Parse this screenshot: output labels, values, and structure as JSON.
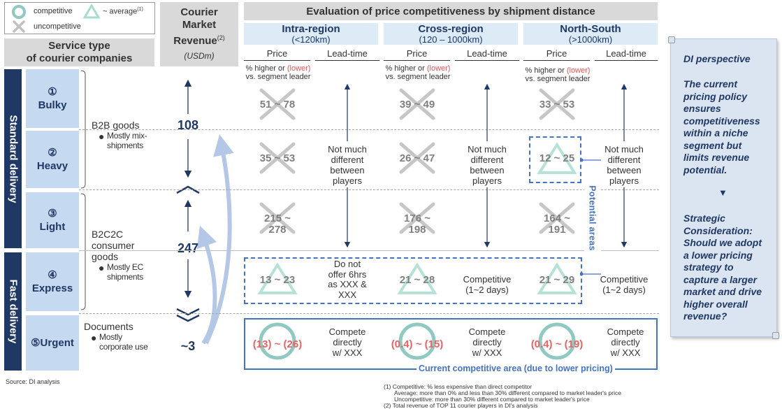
{
  "legend": {
    "competitive": "competitive",
    "average": "~ average",
    "average_note": "(1)",
    "uncompetitive": "uncompetitive"
  },
  "headers": {
    "service_type": "Service type\nof courier companies",
    "revenue_title": "Courier\nMarket\nRevenue",
    "revenue_note": "(2)",
    "revenue_unit": "(USDm)",
    "evaluation_title": "Evaluation of price competitiveness by shipment distance"
  },
  "regions": [
    {
      "name": "Intra-region",
      "range": "(<120km)",
      "price": "Price",
      "lead": "Lead-time"
    },
    {
      "name": "Cross-region",
      "range": "(120 – 1000km)",
      "price": "Price",
      "lead": "Lead-time"
    },
    {
      "name": "North-South",
      "range": "(>1000km)",
      "price": "Price",
      "lead": "Lead-time"
    }
  ],
  "price_note": {
    "pre": "% higher or ",
    "lower": "(lower)",
    "post": "vs. segment leader"
  },
  "categories": {
    "standard": "Standard delivery",
    "fast": "Fast delivery"
  },
  "services": [
    {
      "num": "①",
      "name": "Bulky"
    },
    {
      "num": "②",
      "name": "Heavy"
    },
    {
      "num": "③",
      "name": "Light"
    },
    {
      "num": "④",
      "name": "Express"
    },
    {
      "num": "⑤",
      "name": "Urgent"
    }
  ],
  "groups": [
    {
      "title": "B2B goods",
      "bullet": "Mostly mix-\nshipments",
      "revenue": "108"
    },
    {
      "title": "B2C2C\nconsumer\ngoods",
      "bullet": "Mostly EC\nshipments",
      "revenue": "247"
    },
    {
      "title": "Documents",
      "bullet": "Mostly\ncorporate use",
      "revenue": "~3"
    }
  ],
  "prices": {
    "bulky": [
      "51 ~ 78",
      "39 ~ 49",
      "33 ~ 53"
    ],
    "heavy": [
      "35 ~ 53",
      "26 ~ 47",
      "12 ~ 25"
    ],
    "light": [
      "215 ~\n278",
      "176 ~\n198",
      "164 ~\n191"
    ],
    "express": [
      "13 ~ 23",
      "21 ~ 28",
      "21 ~ 29"
    ],
    "urgent": [
      "(13) ~ (26)",
      "(0.4) ~ (15)",
      "(0.4) ~ (19)"
    ]
  },
  "leadtimes": {
    "standard": "Not much\ndifferent\nbetween\nplayers",
    "express": [
      "Do not\noffer 6hrs\nas XXX &\nXXX",
      "Competitive\n(1~2 days)",
      "Competitive\n(1~2 days)"
    ],
    "urgent": "Compete\ndirectly\nw/ XXX"
  },
  "annotations": {
    "potential_areas": "Potential areas",
    "current_area": "Current competitive area (due to lower pricing)"
  },
  "di_panel": {
    "title": "DI perspective",
    "body": "The current\npricing policy\nensures\ncompetitiveness\nwithin a niche\nsegment but\nlimits revenue\npotential.",
    "arrow": "▼",
    "strategic": "Strategic\nConsideration:\nShould we adopt\na lower pricing\nstrategy to\ncapture a larger\nmarket and drive\nhigher overall\nrevenue?"
  },
  "source": "Source: DI analysis",
  "footnotes": [
    "(1) Competitive: % less expensive than direct competitor",
    "Average: more than 0% and less than 30% different compared to market leader's price",
    "Uncompetitive: more than 30% different compared to market leader's price",
    "(2) Total revenue of TOP 11 courier players in DI's analysis"
  ],
  "colors": {
    "navy": "#1f3864",
    "teal": "#8fc9c1",
    "gray": "#a6a6a6",
    "blue_dash": "#4472c4",
    "red": "#e86464"
  }
}
